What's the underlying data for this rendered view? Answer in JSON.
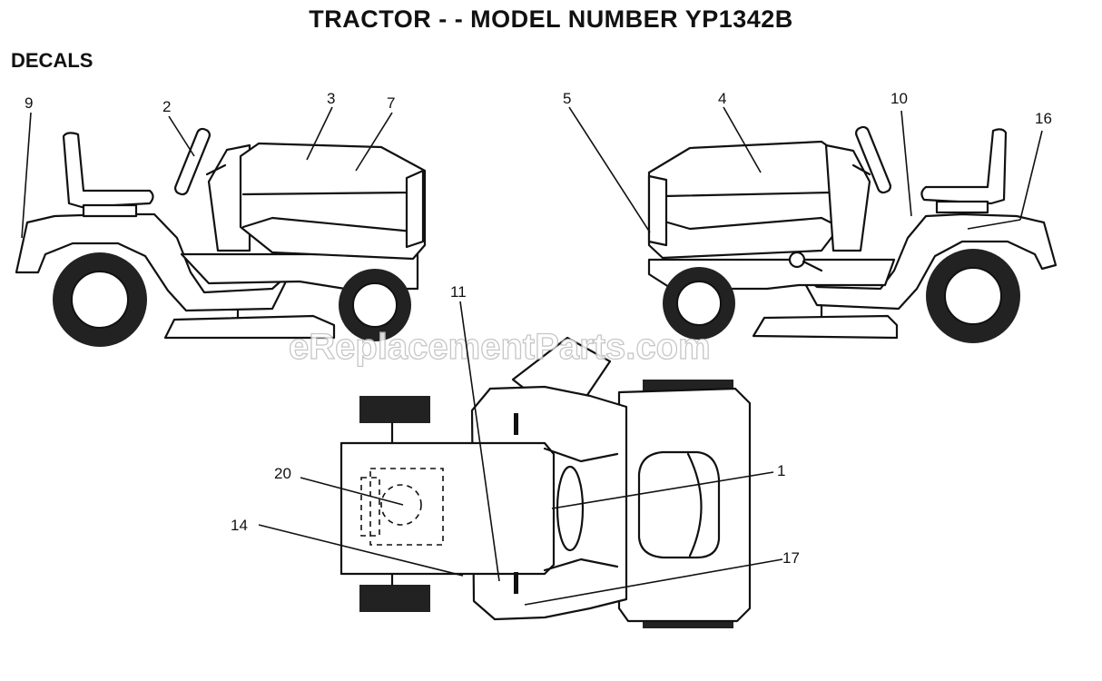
{
  "header": {
    "title": "TRACTOR - - MODEL NUMBER YP1342B",
    "section": "DECALS"
  },
  "watermark": "eReplacementParts.com",
  "callouts": {
    "c1": "1",
    "c2": "2",
    "c3": "3",
    "c4": "4",
    "c5": "5",
    "c7": "7",
    "c9": "9",
    "c10": "10",
    "c11": "11",
    "c14": "14",
    "c16": "16",
    "c17": "17",
    "c20": "20"
  }
}
